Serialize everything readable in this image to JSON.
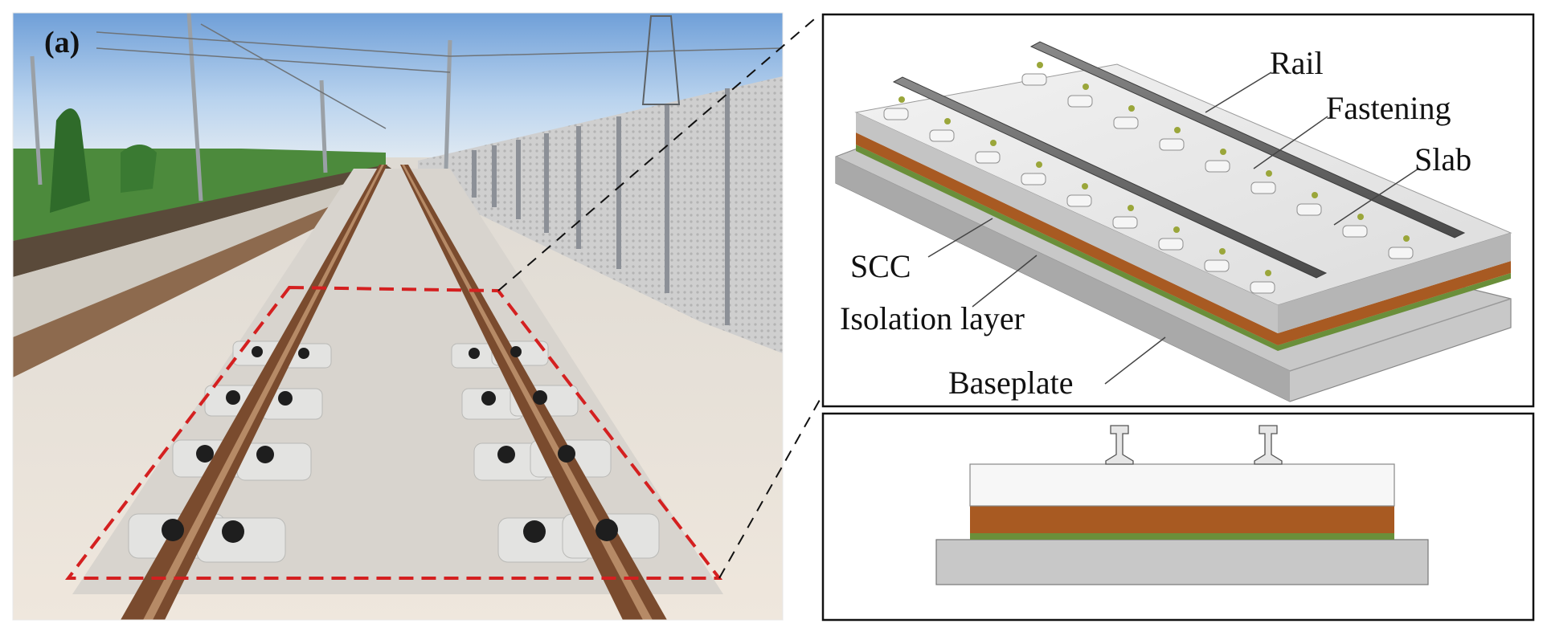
{
  "figure": {
    "panel_label": "(a)",
    "callouts": {
      "rail": "Rail",
      "fastening": "Fastening",
      "slab": "Slab",
      "scc": "SCC",
      "isolation_layer": "Isolation layer",
      "baseplate": "Baseplate"
    }
  },
  "colors": {
    "rail": "#7a4b2e",
    "slab": "#e9e9e9",
    "scc": "#a85a22",
    "isolation_layer": "#6a8f3a",
    "baseplate": "#c8c8c8",
    "highlight_dash": "#d42020",
    "frame": "#111111"
  }
}
